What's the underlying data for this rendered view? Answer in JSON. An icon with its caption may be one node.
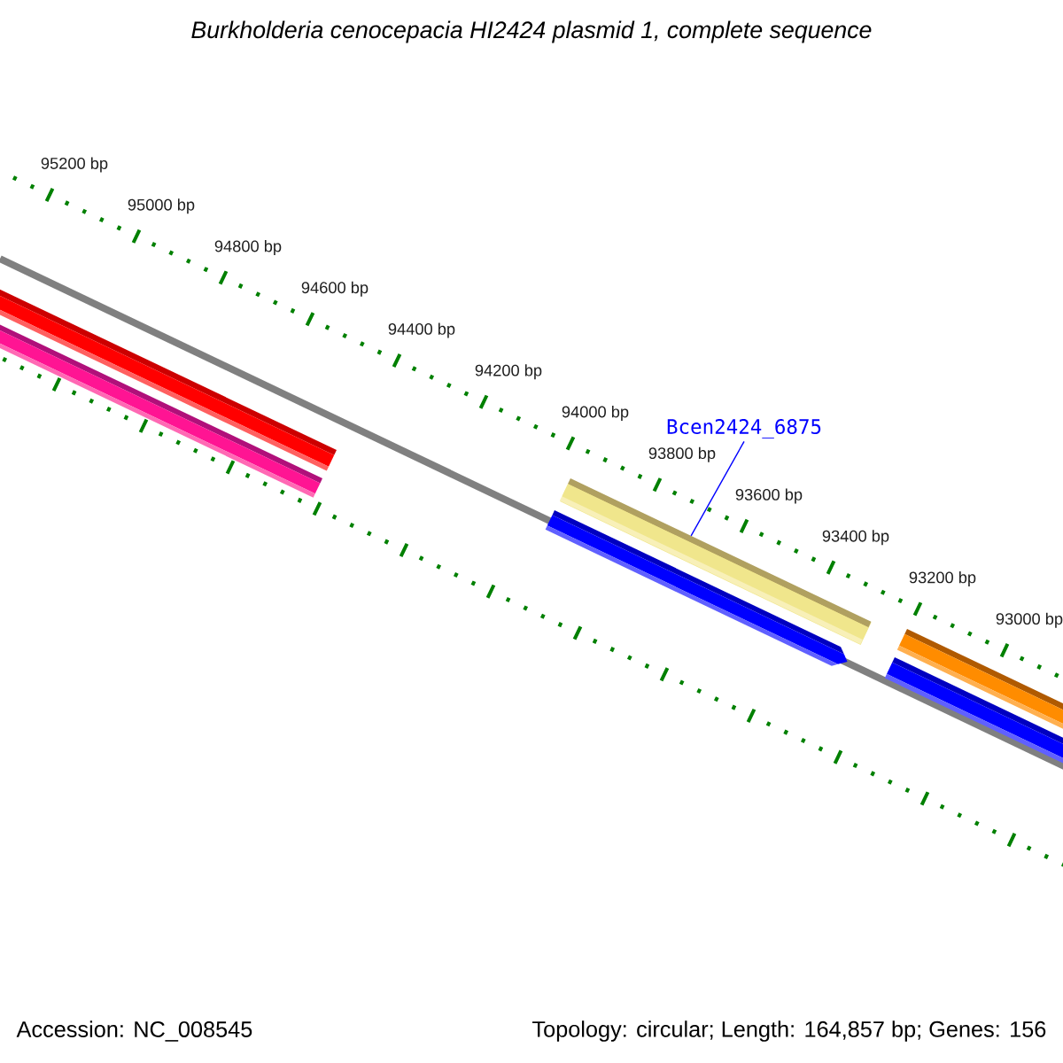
{
  "diagram": {
    "title": "Burkholderia cenocepacia HI2424 plasmid 1, complete sequence",
    "nodes": [
      {
        "text": [
          "Bcen2424_6875"
        ]
      },
      {
        "text": [],
        "shape": "bar"
      }
    ],
    "edges": [
      {
        "from": 0,
        "to": 1,
        "arrow": "none"
      }
    ],
    "labels": [
      "95200 bp",
      "95000 bp",
      "94800 bp",
      "94600 bp",
      "94400 bp",
      "94200 bp",
      "94000 bp",
      "93800 bp",
      "93600 bp",
      "93400 bp",
      "93200 bp",
      "93000 bp",
      "Accession: NC_008545",
      "Topology: circular; Length: 164,857 bp; Genes: 156"
    ]
  }
}
